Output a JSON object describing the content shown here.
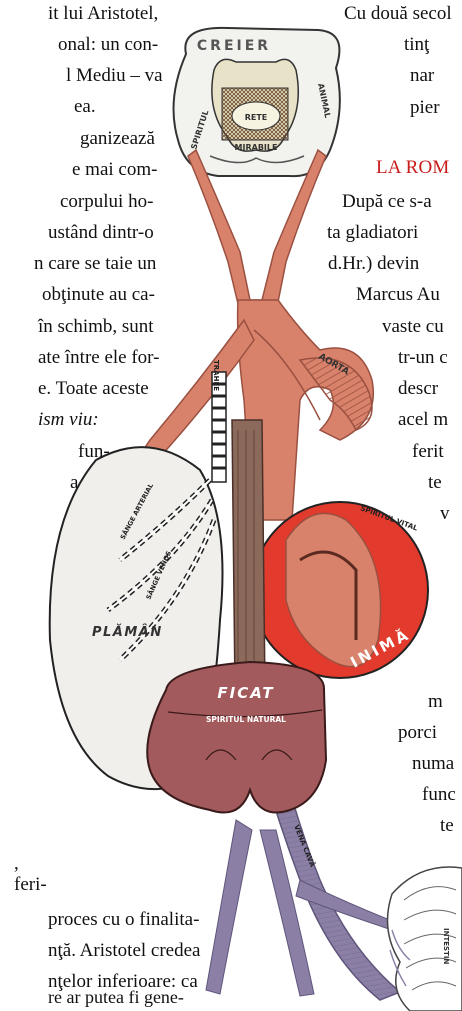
{
  "left_column": [
    "it lui Aristotel,",
    "onal: un con-",
    "l Mediu – va",
    "ea.",
    "ganizează",
    "e mai com-",
    "corpului ho-",
    "ustând dintr-o",
    "n care se taie un",
    "obţinute au ca-",
    "în schimb, sunt",
    "ate între ele for-",
    "e. Toate aceste",
    "ism viu:",
    "fun-",
    "a"
  ],
  "left_bottom": [
    ",",
    "feri-",
    "proces cu o finalita-",
    "nţă. Aristotel credea",
    "nţelor inferioare: ca",
    "re ar putea fi gene-"
  ],
  "right_column": [
    "Cu două secol",
    "tinţ",
    "nar",
    "pier",
    "După ce s-a",
    "ta gladiatori",
    "d.Hr.) devin",
    "Marcus Au",
    "vaste cu",
    "tr-un c",
    "descr",
    "acel m",
    "ferit",
    "te",
    "v",
    "m",
    "porci",
    "numa",
    "func",
    "te"
  ],
  "section_heading": "LA ROM",
  "diagram": {
    "labels": {
      "brain": "CREIER",
      "spirit_left": "SPIRITUL",
      "spirit_right": "ANIMAL",
      "rete": "RETE",
      "mirabile": "MIRABILE",
      "trachea": "TRAHEE",
      "aorta": "AORTA",
      "arterial_blood": "SÂNGE ARTERIAL",
      "venous_blood": "SÂNGE VENOS",
      "lung": "PLĂMÂN",
      "vital_spirit": "SPIRITUL VITAL",
      "heart": "INIMĂ",
      "liver": "FICAT",
      "natural_spirit": "SPIRITUL NATURAL",
      "vena_cava": "VENA CAVĂ",
      "intestine": "INTESTIN"
    },
    "colors": {
      "vessel": "#d9826b",
      "vessel_dark": "#9a5040",
      "liver": "#a35a5c",
      "heart": "#e23a2c",
      "brain": "#f2f2ee",
      "vein": "#8b7fa6",
      "lung": "#f0efeb"
    }
  }
}
